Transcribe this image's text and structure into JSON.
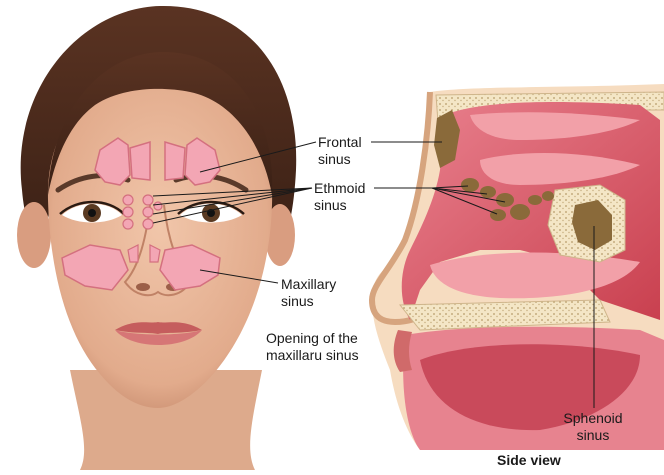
{
  "labels": {
    "frontal_sinus": [
      "Frontal",
      "sinus"
    ],
    "ethmoid_sinus": [
      "Ethmoid",
      "sinus"
    ],
    "maxillary_sinus": [
      "Maxillary",
      "sinus"
    ],
    "opening_maxillary": [
      "Opening of the",
      "maxillaru sinus"
    ],
    "sphenoid_sinus": [
      "Sphenoid",
      "sinus"
    ],
    "side_view": "Side view"
  },
  "colors": {
    "skin": "#e9b799",
    "skin_shadow": "#c98a6c",
    "hair": "#4a2a1c",
    "sinus_pink": "#f3a6b4",
    "sinus_outline": "#d4707f",
    "tissue_red": "#d9576a",
    "tissue_light": "#f2a0a8",
    "bone": "#f3e3c2",
    "bone_cavity": "#8a6a3a",
    "lips": "#d06a6a"
  }
}
